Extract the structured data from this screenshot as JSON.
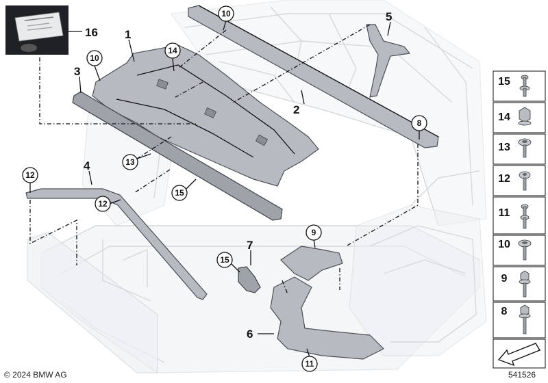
{
  "diagram": {
    "copyright": "© 2024 BMW AG",
    "drawing_number": "541526",
    "callouts": [
      {
        "id": "c16",
        "label": "16",
        "circled": false
      },
      {
        "id": "c1",
        "label": "1",
        "circled": false
      },
      {
        "id": "c10a",
        "label": "10",
        "circled": true
      },
      {
        "id": "c10b",
        "label": "10",
        "circled": true
      },
      {
        "id": "c14",
        "label": "14",
        "circled": true
      },
      {
        "id": "c5",
        "label": "5",
        "circled": false
      },
      {
        "id": "c3",
        "label": "3",
        "circled": false
      },
      {
        "id": "c2",
        "label": "2",
        "circled": false
      },
      {
        "id": "c8",
        "label": "8",
        "circled": true
      },
      {
        "id": "c4",
        "label": "4",
        "circled": false
      },
      {
        "id": "c12a",
        "label": "12",
        "circled": true
      },
      {
        "id": "c13",
        "label": "13",
        "circled": true
      },
      {
        "id": "c12b",
        "label": "12",
        "circled": true
      },
      {
        "id": "c15a",
        "label": "15",
        "circled": true
      },
      {
        "id": "c9",
        "label": "9",
        "circled": true
      },
      {
        "id": "c7",
        "label": "7",
        "circled": false
      },
      {
        "id": "c15b",
        "label": "15",
        "circled": true
      },
      {
        "id": "c6",
        "label": "6",
        "circled": false
      },
      {
        "id": "c11",
        "label": "11",
        "circled": true
      }
    ],
    "fastener_legend": [
      "15",
      "14",
      "13",
      "12",
      "11",
      "10",
      "9",
      "8"
    ]
  }
}
